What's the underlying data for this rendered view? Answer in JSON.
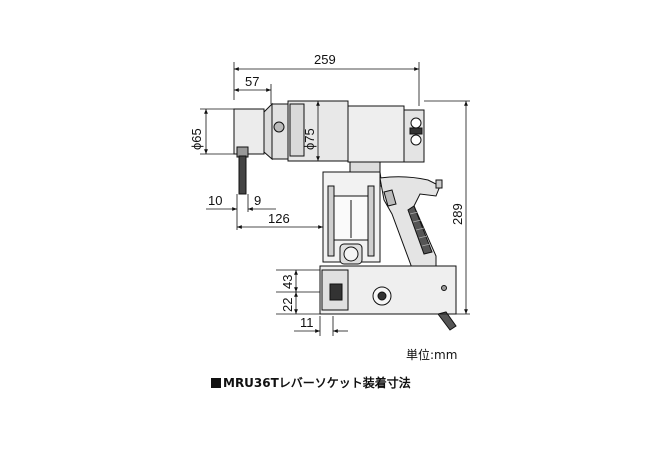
{
  "dimensions": {
    "overall_length": "259",
    "socket_length": "57",
    "socket_diameter": "ϕ65",
    "body_diameter": "ϕ75",
    "overall_height": "289",
    "lever_offset_10": "10",
    "lever_width_9": "9",
    "lever_to_grip": "126",
    "reaction_height_43": "43",
    "reaction_height_22": "22",
    "reaction_offset_11": "11"
  },
  "unit_note": "単位:mm",
  "caption": "MRU36Tレバーソケット装着寸法",
  "colors": {
    "line": "#111111",
    "body_fill": "#e6e6e6",
    "dark_fill": "#333333"
  }
}
